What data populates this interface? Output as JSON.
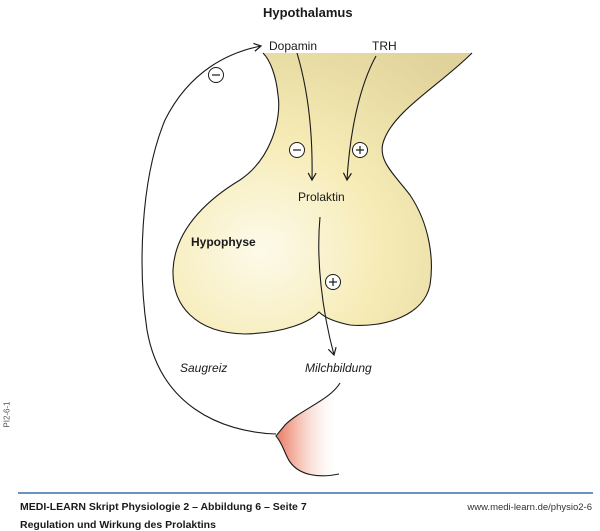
{
  "figure": {
    "title": "Hypothalamus",
    "labels": {
      "dopamine": "Dopamin",
      "trh": "TRH",
      "prolactin": "Prolaktin",
      "pituitary": "Hypophyse",
      "suckling": "Saugreiz",
      "milk": "Milchbildung"
    },
    "signs": {
      "feedback": "−",
      "dopamine_effect": "−",
      "trh_effect": "+",
      "prolactin_effect": "+"
    },
    "colors": {
      "gland_fill": "#f5ecb8",
      "gland_edge": "#d9cb8a",
      "nipple": "#e8806a",
      "footer_rule": "#3b6fa8"
    }
  },
  "footer": {
    "line1": "MEDI-LEARN Skript Physiologie 2 – Abbildung 6 – Seite 7",
    "line2": "Regulation und Wirkung des Prolaktins",
    "url": "www.medi-learn.de/physio2-6",
    "side_id": "PI2-6-1"
  }
}
